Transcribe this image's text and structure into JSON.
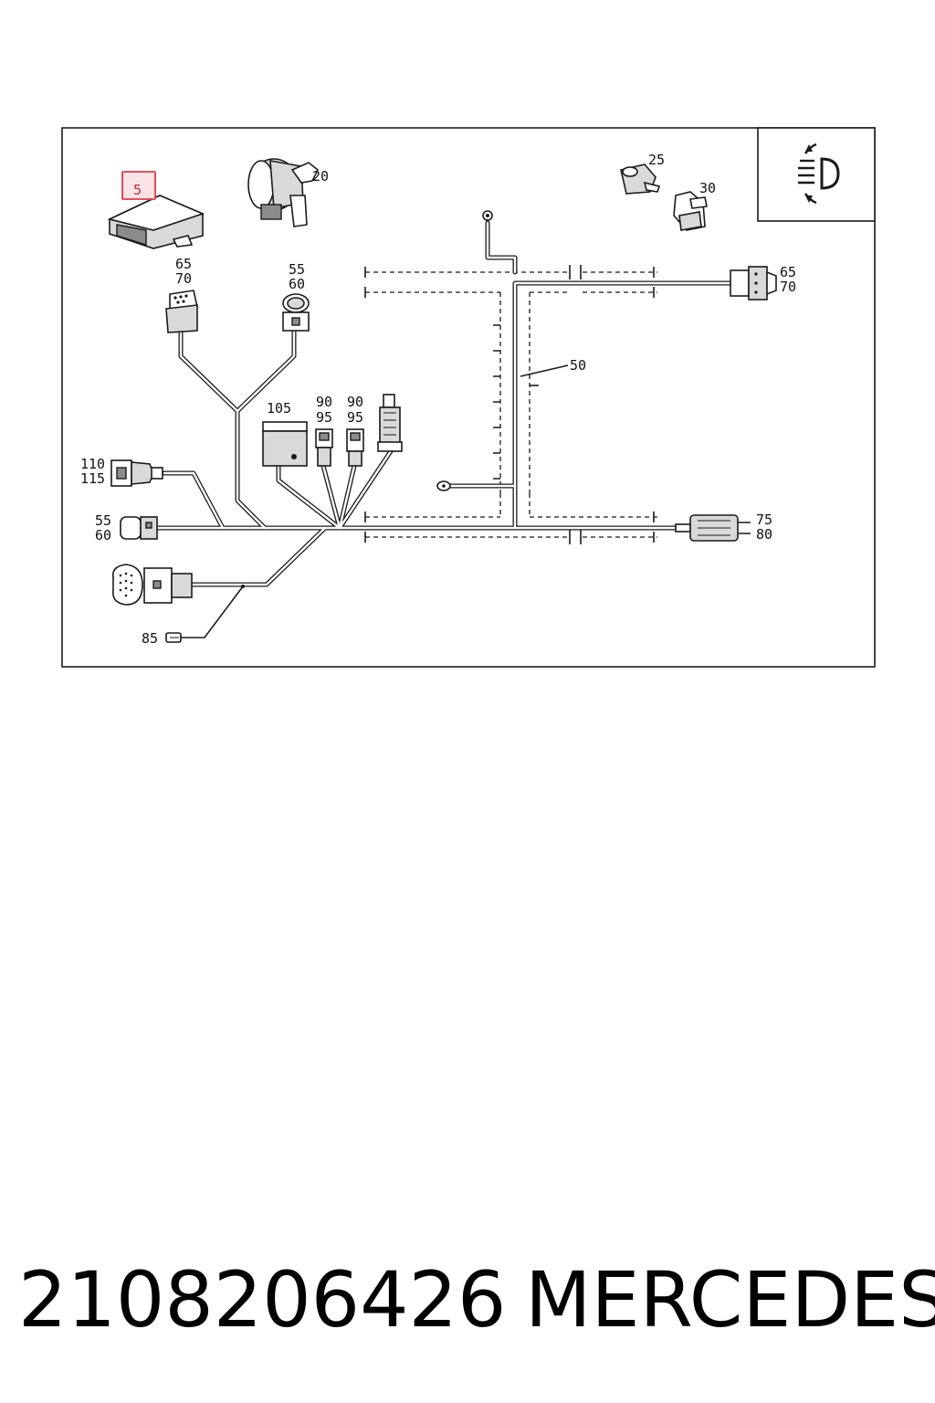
{
  "diagram": {
    "callouts": {
      "c5": "5",
      "c20": "20",
      "c25": "25",
      "c30": "30",
      "c50": "50",
      "c65a": "65",
      "c70a": "70",
      "c55a": "55",
      "c60a": "60",
      "c65b": "65",
      "c70b": "70",
      "c105": "105",
      "c90a": "90",
      "c95a": "95",
      "c90b": "90",
      "c95b": "95",
      "c110": "110",
      "c115": "115",
      "c55b": "55",
      "c60b": "60",
      "c75": "75",
      "c80": "80",
      "c85": "85"
    },
    "highlight_color": "#e03c4a",
    "highlight_fill": "#fbe3e5"
  },
  "footer": {
    "part_number": "2108206426",
    "brand": "MERCEDES"
  }
}
